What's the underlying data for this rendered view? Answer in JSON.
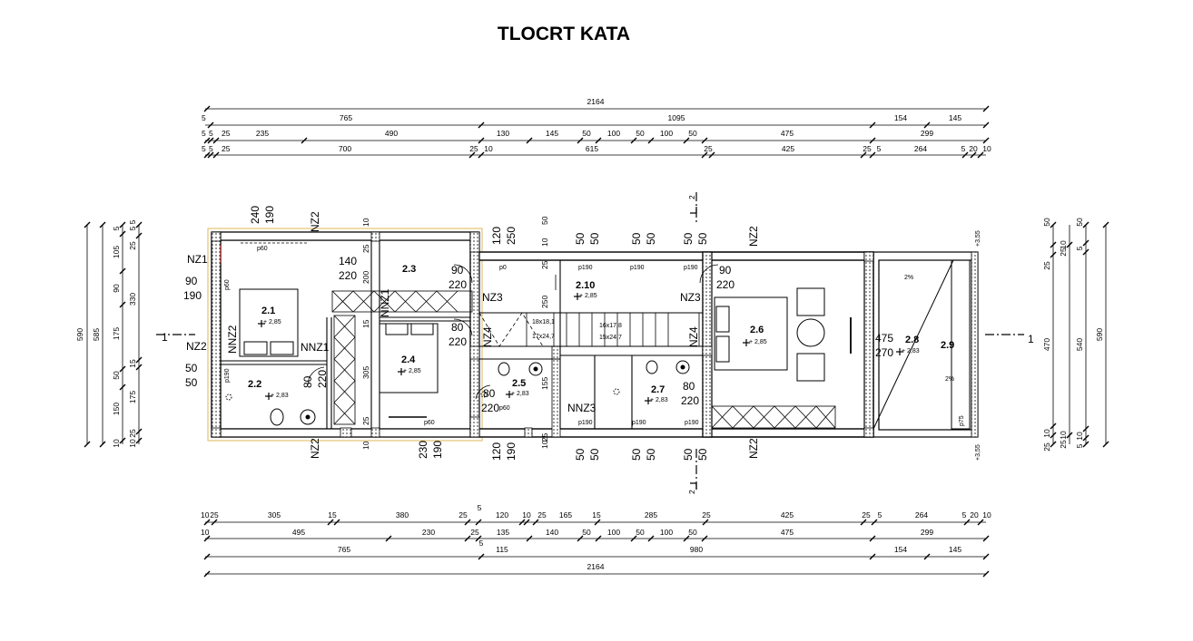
{
  "title": "TLOCRT KATA",
  "top_dims": {
    "overall": "2164",
    "row1": [
      "5",
      "765",
      "1095",
      "154",
      "145"
    ],
    "row2": [
      "5",
      "5",
      "25",
      "235",
      "490",
      "130",
      "145",
      "50",
      "100",
      "50",
      "100",
      "50",
      "475",
      "299"
    ],
    "row3": [
      "5",
      "5",
      "25",
      "700",
      "25",
      "10",
      "615",
      "25",
      "425",
      "25",
      "5",
      "264",
      "5",
      "20",
      "10"
    ]
  },
  "bottom_dims": {
    "overall": "2164",
    "row1": [
      "10",
      "25",
      "305",
      "15",
      "380",
      "25",
      "5",
      "120",
      "10",
      "25",
      "165",
      "15",
      "285",
      "25",
      "425",
      "25",
      "5",
      "264",
      "5",
      "20",
      "10"
    ],
    "row2": [
      "10",
      "495",
      "230",
      "25",
      "135",
      "140",
      "50",
      "100",
      "50",
      "100",
      "50",
      "475",
      "299"
    ],
    "row3": [
      "765",
      "5",
      "115",
      "980",
      "154",
      "145"
    ]
  },
  "left_dims": {
    "outer": "590",
    "inner": "585",
    "col1": [
      "5",
      "105",
      "90",
      "175",
      "50",
      "150",
      "10"
    ],
    "col2": [
      "5",
      "25",
      "330",
      "15",
      "175",
      "25",
      "10"
    ],
    "col3": [
      "5"
    ]
  },
  "right_dims": {
    "outer": "590",
    "inner": "540",
    "col1": [
      "50",
      "25",
      "470",
      "10",
      "25"
    ],
    "col2": [
      "10",
      "25",
      "10",
      "25"
    ],
    "col3": [
      "50",
      "5",
      "10",
      "5"
    ]
  },
  "rooms": [
    {
      "id": "2.1",
      "level": "+ 2,85"
    },
    {
      "id": "2.2",
      "level": "+ 2,83"
    },
    {
      "id": "2.3",
      "level": ""
    },
    {
      "id": "2.4",
      "level": "+ 2,85"
    },
    {
      "id": "2.5",
      "level": "+ 2,83"
    },
    {
      "id": "2.6",
      "level": "+ 2,85"
    },
    {
      "id": "2.7",
      "level": "+ 2,83"
    },
    {
      "id": "2.8",
      "level": "+ 2,83"
    },
    {
      "id": "2.9",
      "level": ""
    },
    {
      "id": "2.10",
      "level": "+ 2,85"
    }
  ],
  "labels": {
    "nz1": "NZ1",
    "nz2": "NZ2",
    "nz3": "NZ3",
    "nz4": "NZ4",
    "nnz1": "NNZ1",
    "nnz2": "NNZ2",
    "nnz3": "NNZ3",
    "w240": "240",
    "w190": "190",
    "w140": "140",
    "w220": "220",
    "w90": "90",
    "w80": "80",
    "w50": "50",
    "w120": "120",
    "w250": "250",
    "w230": "230",
    "w200": "200",
    "w305": "305",
    "w15": "15",
    "w155": "155",
    "w25": "25",
    "w10": "10",
    "w475": "475",
    "w270": "270",
    "p0": "p0",
    "p60": "p60",
    "p190": "p190",
    "p75": "p75",
    "p190b": "p190",
    "stair1": "18x18,1",
    "stair2": "17x24,7",
    "stair3": "16x17,8",
    "stair4": "15x24,7",
    "slope": "2%",
    "section": "2",
    "sect1": "1",
    "lvl355": "+3,55"
  }
}
